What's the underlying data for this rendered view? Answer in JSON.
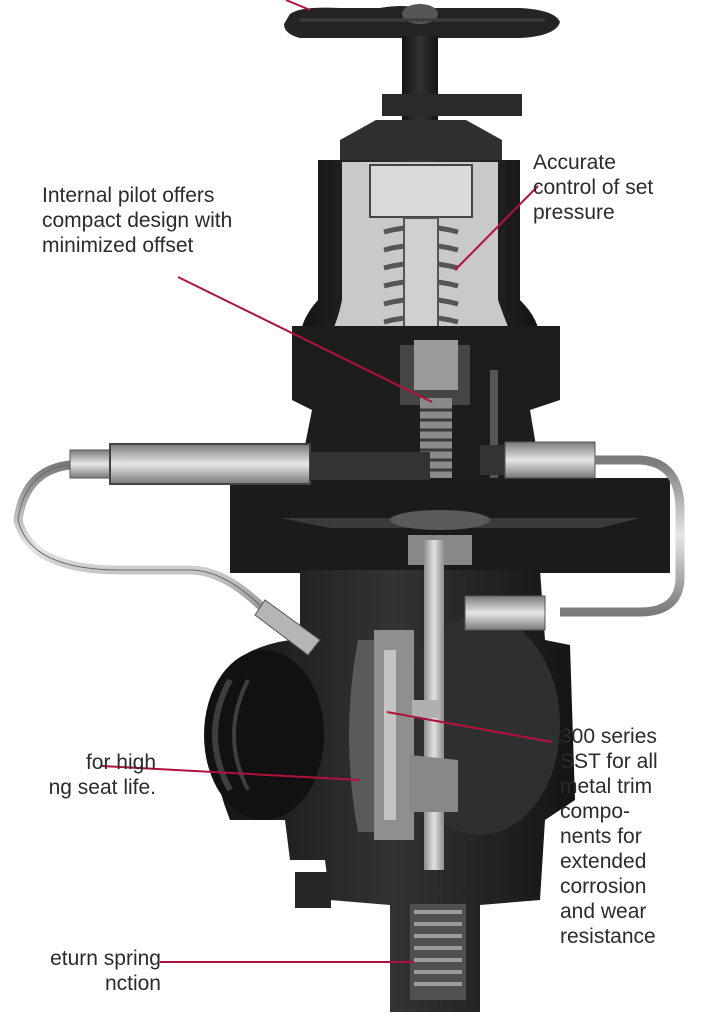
{
  "diagram": {
    "callouts": [
      {
        "id": "accurate",
        "text": "Accurate\ncontrol of set\npressure"
      },
      {
        "id": "pilot",
        "text": "Internal pilot offers\ncompact design with\nminimized offset"
      },
      {
        "id": "seat",
        "text": "for high\nng seat life."
      },
      {
        "id": "sst",
        "text": "300 series\nSST for all\nmetal trim\ncompo-\nnents for\nextended\ncorrosion\nand wear\nresistance"
      },
      {
        "id": "spring",
        "text": "eturn spring\nnction"
      }
    ],
    "colors": {
      "leader": "#b0123a",
      "body": "#1e1e1e",
      "metal": "#b9b9b9",
      "text": "#2b2b2b"
    }
  }
}
